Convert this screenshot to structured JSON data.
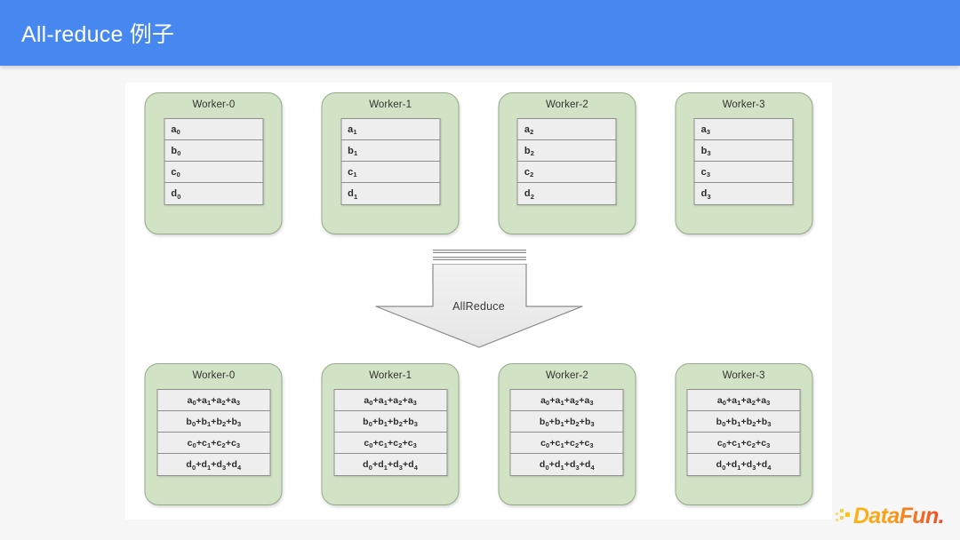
{
  "header": {
    "title": "All-reduce 例子",
    "background_color": "#4688ef",
    "text_color": "#ffffff"
  },
  "diagram": {
    "panel_background": "#ffffff",
    "worker_box_color": "#d2e3c5",
    "worker_border_color": "#93ab88",
    "cell_color": "#eeeeee",
    "top_row": [
      {
        "title": "Worker-0",
        "cells": [
          {
            "base": "a",
            "sub": "0"
          },
          {
            "base": "b",
            "sub": "0"
          },
          {
            "base": "c",
            "sub": "0"
          },
          {
            "base": "d",
            "sub": "0"
          }
        ]
      },
      {
        "title": "Worker-1",
        "cells": [
          {
            "base": "a",
            "sub": "1"
          },
          {
            "base": "b",
            "sub": "1"
          },
          {
            "base": "c",
            "sub": "1"
          },
          {
            "base": "d",
            "sub": "1"
          }
        ]
      },
      {
        "title": "Worker-2",
        "cells": [
          {
            "base": "a",
            "sub": "2"
          },
          {
            "base": "b",
            "sub": "2"
          },
          {
            "base": "c",
            "sub": "2"
          },
          {
            "base": "d",
            "sub": "2"
          }
        ]
      },
      {
        "title": "Worker-3",
        "cells": [
          {
            "base": "a",
            "sub": "3"
          },
          {
            "base": "b",
            "sub": "3"
          },
          {
            "base": "c",
            "sub": "3"
          },
          {
            "base": "d",
            "sub": "3"
          }
        ]
      }
    ],
    "operation": {
      "label": "AllReduce",
      "direction": "down"
    },
    "bottom_row": [
      {
        "title": "Worker-0",
        "cells": [
          {
            "letter": "a",
            "subs": [
              "0",
              "1",
              "2",
              "3"
            ]
          },
          {
            "letter": "b",
            "subs": [
              "0",
              "1",
              "2",
              "3"
            ]
          },
          {
            "letter": "c",
            "subs": [
              "0",
              "1",
              "2",
              "3"
            ]
          },
          {
            "letter": "d",
            "subs": [
              "0",
              "1",
              "3",
              "4"
            ]
          }
        ]
      },
      {
        "title": "Worker-1",
        "cells": [
          {
            "letter": "a",
            "subs": [
              "0",
              "1",
              "2",
              "3"
            ]
          },
          {
            "letter": "b",
            "subs": [
              "0",
              "1",
              "2",
              "3"
            ]
          },
          {
            "letter": "c",
            "subs": [
              "0",
              "1",
              "2",
              "3"
            ]
          },
          {
            "letter": "d",
            "subs": [
              "0",
              "1",
              "3",
              "4"
            ]
          }
        ]
      },
      {
        "title": "Worker-2",
        "cells": [
          {
            "letter": "a",
            "subs": [
              "0",
              "1",
              "2",
              "3"
            ]
          },
          {
            "letter": "b",
            "subs": [
              "0",
              "1",
              "2",
              "3"
            ]
          },
          {
            "letter": "c",
            "subs": [
              "0",
              "1",
              "2",
              "3"
            ]
          },
          {
            "letter": "d",
            "subs": [
              "0",
              "1",
              "3",
              "4"
            ]
          }
        ]
      },
      {
        "title": "Worker-3",
        "cells": [
          {
            "letter": "a",
            "subs": [
              "0",
              "1",
              "2",
              "3"
            ]
          },
          {
            "letter": "b",
            "subs": [
              "0",
              "1",
              "2",
              "3"
            ]
          },
          {
            "letter": "c",
            "subs": [
              "0",
              "1",
              "2",
              "3"
            ]
          },
          {
            "letter": "d",
            "subs": [
              "0",
              "1",
              "3",
              "4"
            ]
          }
        ]
      }
    ]
  },
  "logo": {
    "text": "DataFun.",
    "accent_start": "#fcb415",
    "accent_end": "#ef4a25"
  }
}
